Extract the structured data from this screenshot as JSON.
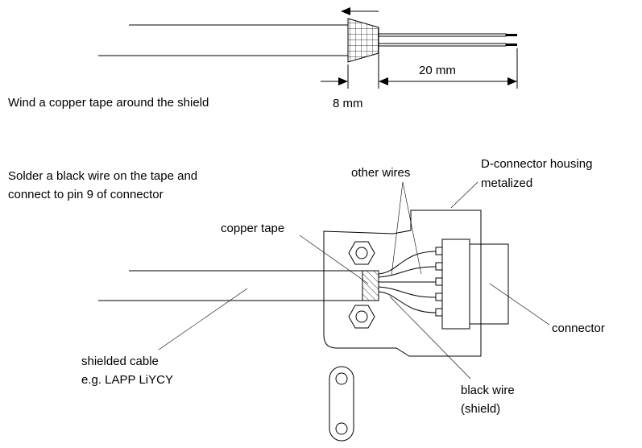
{
  "top": {
    "dimension_20": "20 mm",
    "dimension_8": "8 mm",
    "instruction": "Wind a copper tape around the shield"
  },
  "bottom": {
    "instruction_line1": "Solder a black wire on the tape and",
    "instruction_line2": "connect to pin 9 of connector",
    "other_wires": "other wires",
    "housing_line1": "D-connector housing",
    "housing_line2": "metalized",
    "copper_tape": "copper tape",
    "cable_line1": "shielded cable",
    "cable_line2": "e.g. LAPP LiYCY",
    "connector": "connector",
    "black_wire_line1": "black wire",
    "black_wire_line2": "(shield)"
  }
}
